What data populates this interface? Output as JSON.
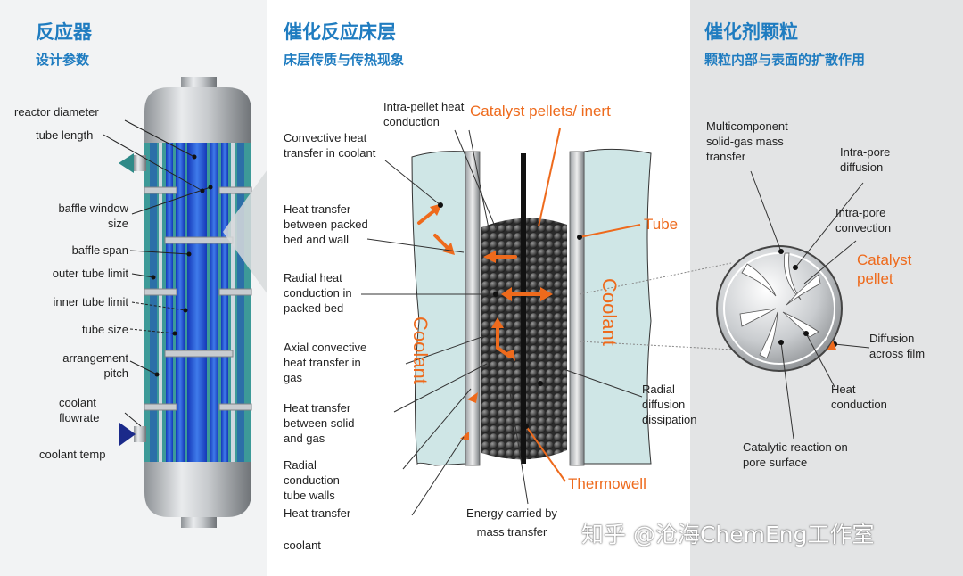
{
  "left": {
    "title": "反应器",
    "subtitle": "设计参数",
    "labels": {
      "reactor_diameter": "reactor diameter",
      "tube_length": "tube length",
      "baffle_window_size": "baffle window size",
      "baffle_span": "baffle span",
      "outer_tube_limit": "outer tube limit",
      "inner_tube_limit": "inner tube limit",
      "tube_size": "tube size",
      "arrangement_pitch": "arrangement pitch",
      "coolant_flowrate": "coolant flowrate",
      "coolant_temp": "coolant temp"
    }
  },
  "middle": {
    "title": "催化反应床层",
    "subtitle": "床层传质与传热现象",
    "labels": {
      "convective_heat_transfer": "Convective heat transfer in coolant",
      "heat_transfer_bed_wall": "Heat transfer between packed bed and wall",
      "radial_heat_conduction": "Radial heat conduction in packed bed",
      "axial_convective": "Axial convective heat transfer in gas",
      "heat_transfer_solid_gas": "Heat transfer between solid and gas",
      "radial_conduction_tube_walls": "Radial conduction tube walls",
      "heat_transfer_coolant_1": "Heat transfer",
      "heat_transfer_coolant_2": "coolant",
      "intra_pellet": "Intra-pellet heat conduction",
      "catalyst_pellets": "Catalyst pellets/ inert",
      "tube": "Tube",
      "coolant_left": "Coolant",
      "coolant_right": "Coolant",
      "radial_diffusion": "Radial diffusion dissipation",
      "thermowell": "Thermowell",
      "energy_carried": "Energy carried by mass transfer"
    }
  },
  "right": {
    "title": "催化剂颗粒",
    "subtitle": "颗粒内部与表面的扩散作用",
    "labels": {
      "multicomponent": "Multicomponent solid-gas mass transfer",
      "intra_pore_diffusion": "Intra-pore diffusion",
      "intra_pore_convection": "Intra-pore convection",
      "catalyst_pellet": "Catalyst pellet",
      "diffusion_across_film": "Diffusion across film",
      "heat_conduction": "Heat conduction",
      "catalytic_reaction": "Catalytic reaction on pore surface"
    }
  },
  "watermark": "知乎 @沧海ChemEng工作室",
  "colors": {
    "title_blue": "#1f7cc0",
    "accent_orange": "#ee6a1c",
    "coolant_fill": "#cfe6e6",
    "shell_teal": "#3d9a98",
    "tube_blue": "#1f4fc7"
  }
}
